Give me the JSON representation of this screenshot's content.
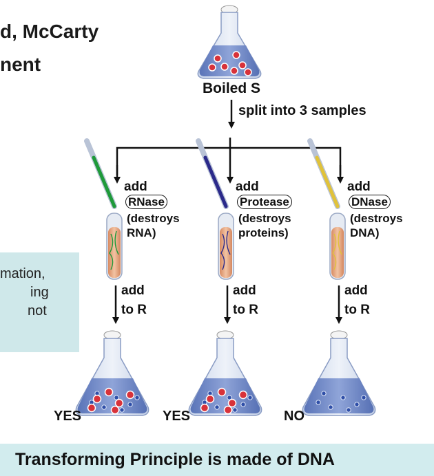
{
  "title": {
    "line1": "d, McCarty",
    "line2": "nent"
  },
  "source": {
    "label": "Boiled S",
    "split_label": "split into 3 samples"
  },
  "samples": [
    {
      "add_label": "add",
      "enzyme": "RNase",
      "effect_line1": "(destroys",
      "effect_line2": "RNA)",
      "step_label_line1": "add",
      "step_label_line2": "to R",
      "result": "YES",
      "pipette_color": "#1f9a3a"
    },
    {
      "add_label": "add",
      "enzyme": "Protease",
      "effect_line1": "(destroys",
      "effect_line2": "proteins)",
      "step_label_line1": "add",
      "step_label_line2": "to R",
      "result": "YES",
      "pipette_color": "#2b2a8a"
    },
    {
      "add_label": "add",
      "enzyme": "DNase",
      "effect_line1": "(destroys",
      "effect_line2": "DNA)",
      "step_label_line1": "add",
      "step_label_line2": "to R",
      "result": "NO",
      "pipette_color": "#e0c23a"
    }
  ],
  "callout": {
    "line1": "mation,",
    "line2": "ing",
    "line3": "not"
  },
  "banner": "Transforming Principle is made of DNA",
  "colors": {
    "flask_liquid": "#6f86c6",
    "flask_glass": "#dfe7f3",
    "cell_red": "#d8323a",
    "cell_blue": "#2f4fa8",
    "tube_liquid": "#e7a57d",
    "callout_bg": "#cfe8ea"
  }
}
